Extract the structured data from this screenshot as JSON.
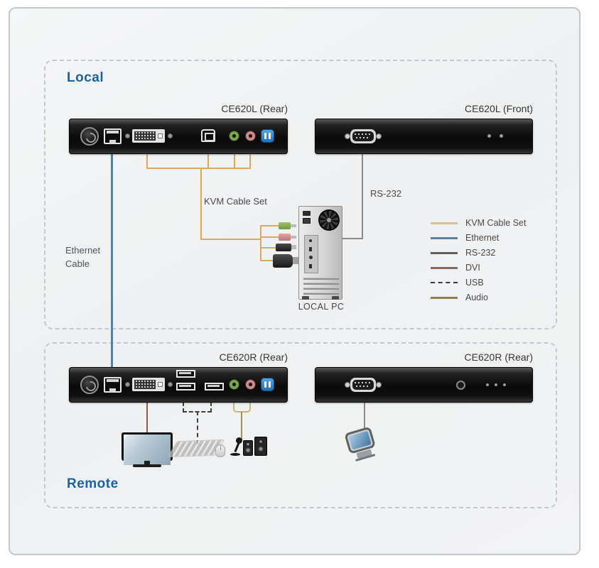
{
  "colors": {
    "accent": "#1c5fa8",
    "kvm": "#d9a85c",
    "ethernet": "#5b7f9e",
    "rs232": "#8a8a8a",
    "dvi": "#8f5a4a",
    "usb": "#3f3f3f",
    "audio": "#a29254",
    "audio-bracket": "#c6b478",
    "jack-green": "#7aa94c",
    "jack-pink": "#cf8a8a"
  },
  "sections": {
    "local": "Local",
    "remote": "Remote"
  },
  "devices": {
    "local_rear": "CE620L (Rear)",
    "local_front": "CE620L (Front)",
    "remote_rear": "CE620R (Rear)",
    "remote_front": "CE620R (Rear)"
  },
  "annotations": {
    "kvm": "KVM Cable Set",
    "rs232": "RS-232",
    "ethernet": "Ethernet Cable",
    "local_pc": "LOCAL PC"
  },
  "legend": {
    "items": [
      {
        "label": "KVM Cable Set",
        "color": "#d9c18b",
        "style": "solid"
      },
      {
        "label": "Ethernet",
        "color": "#5b7f9e",
        "style": "solid"
      },
      {
        "label": "RS-232",
        "color": "#5e5e5e",
        "style": "solid"
      },
      {
        "label": "DVI",
        "color": "#8a6a5c",
        "style": "solid"
      },
      {
        "label": "USB",
        "color": "#3a3a3a",
        "style": "dashed"
      },
      {
        "label": "Audio",
        "color": "#8e8150",
        "style": "solid"
      }
    ]
  }
}
